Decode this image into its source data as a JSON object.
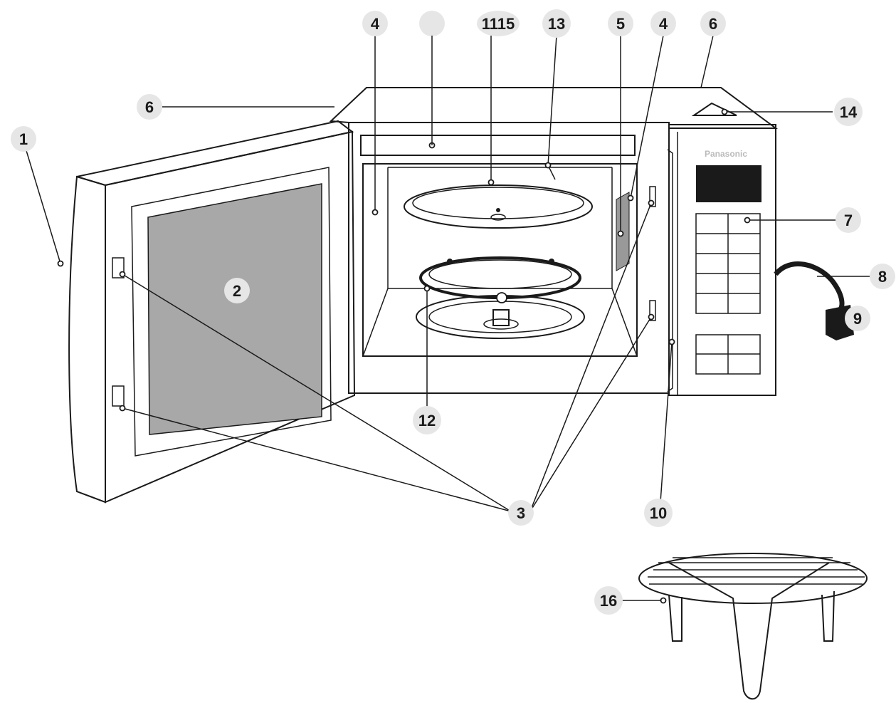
{
  "brand": "Panasonic",
  "callouts": [
    {
      "id": "c1",
      "text": "1"
    },
    {
      "id": "c2",
      "text": "2"
    },
    {
      "id": "c3",
      "text": "3"
    },
    {
      "id": "c4a",
      "text": "4"
    },
    {
      "id": "c4b",
      "text": "4"
    },
    {
      "id": "c5",
      "text": "5"
    },
    {
      "id": "c6a",
      "text": "6"
    },
    {
      "id": "c6b",
      "text": "6"
    },
    {
      "id": "c7",
      "text": "7"
    },
    {
      "id": "c8",
      "text": "8"
    },
    {
      "id": "c9",
      "text": "9"
    },
    {
      "id": "c10",
      "text": "10"
    },
    {
      "id": "c1115",
      "text": "1115"
    },
    {
      "id": "c12",
      "text": "12"
    },
    {
      "id": "c13",
      "text": "13"
    },
    {
      "id": "c14",
      "text": "14"
    },
    {
      "id": "c16",
      "text": "16"
    },
    {
      "id": "cblank",
      "text": ""
    }
  ]
}
